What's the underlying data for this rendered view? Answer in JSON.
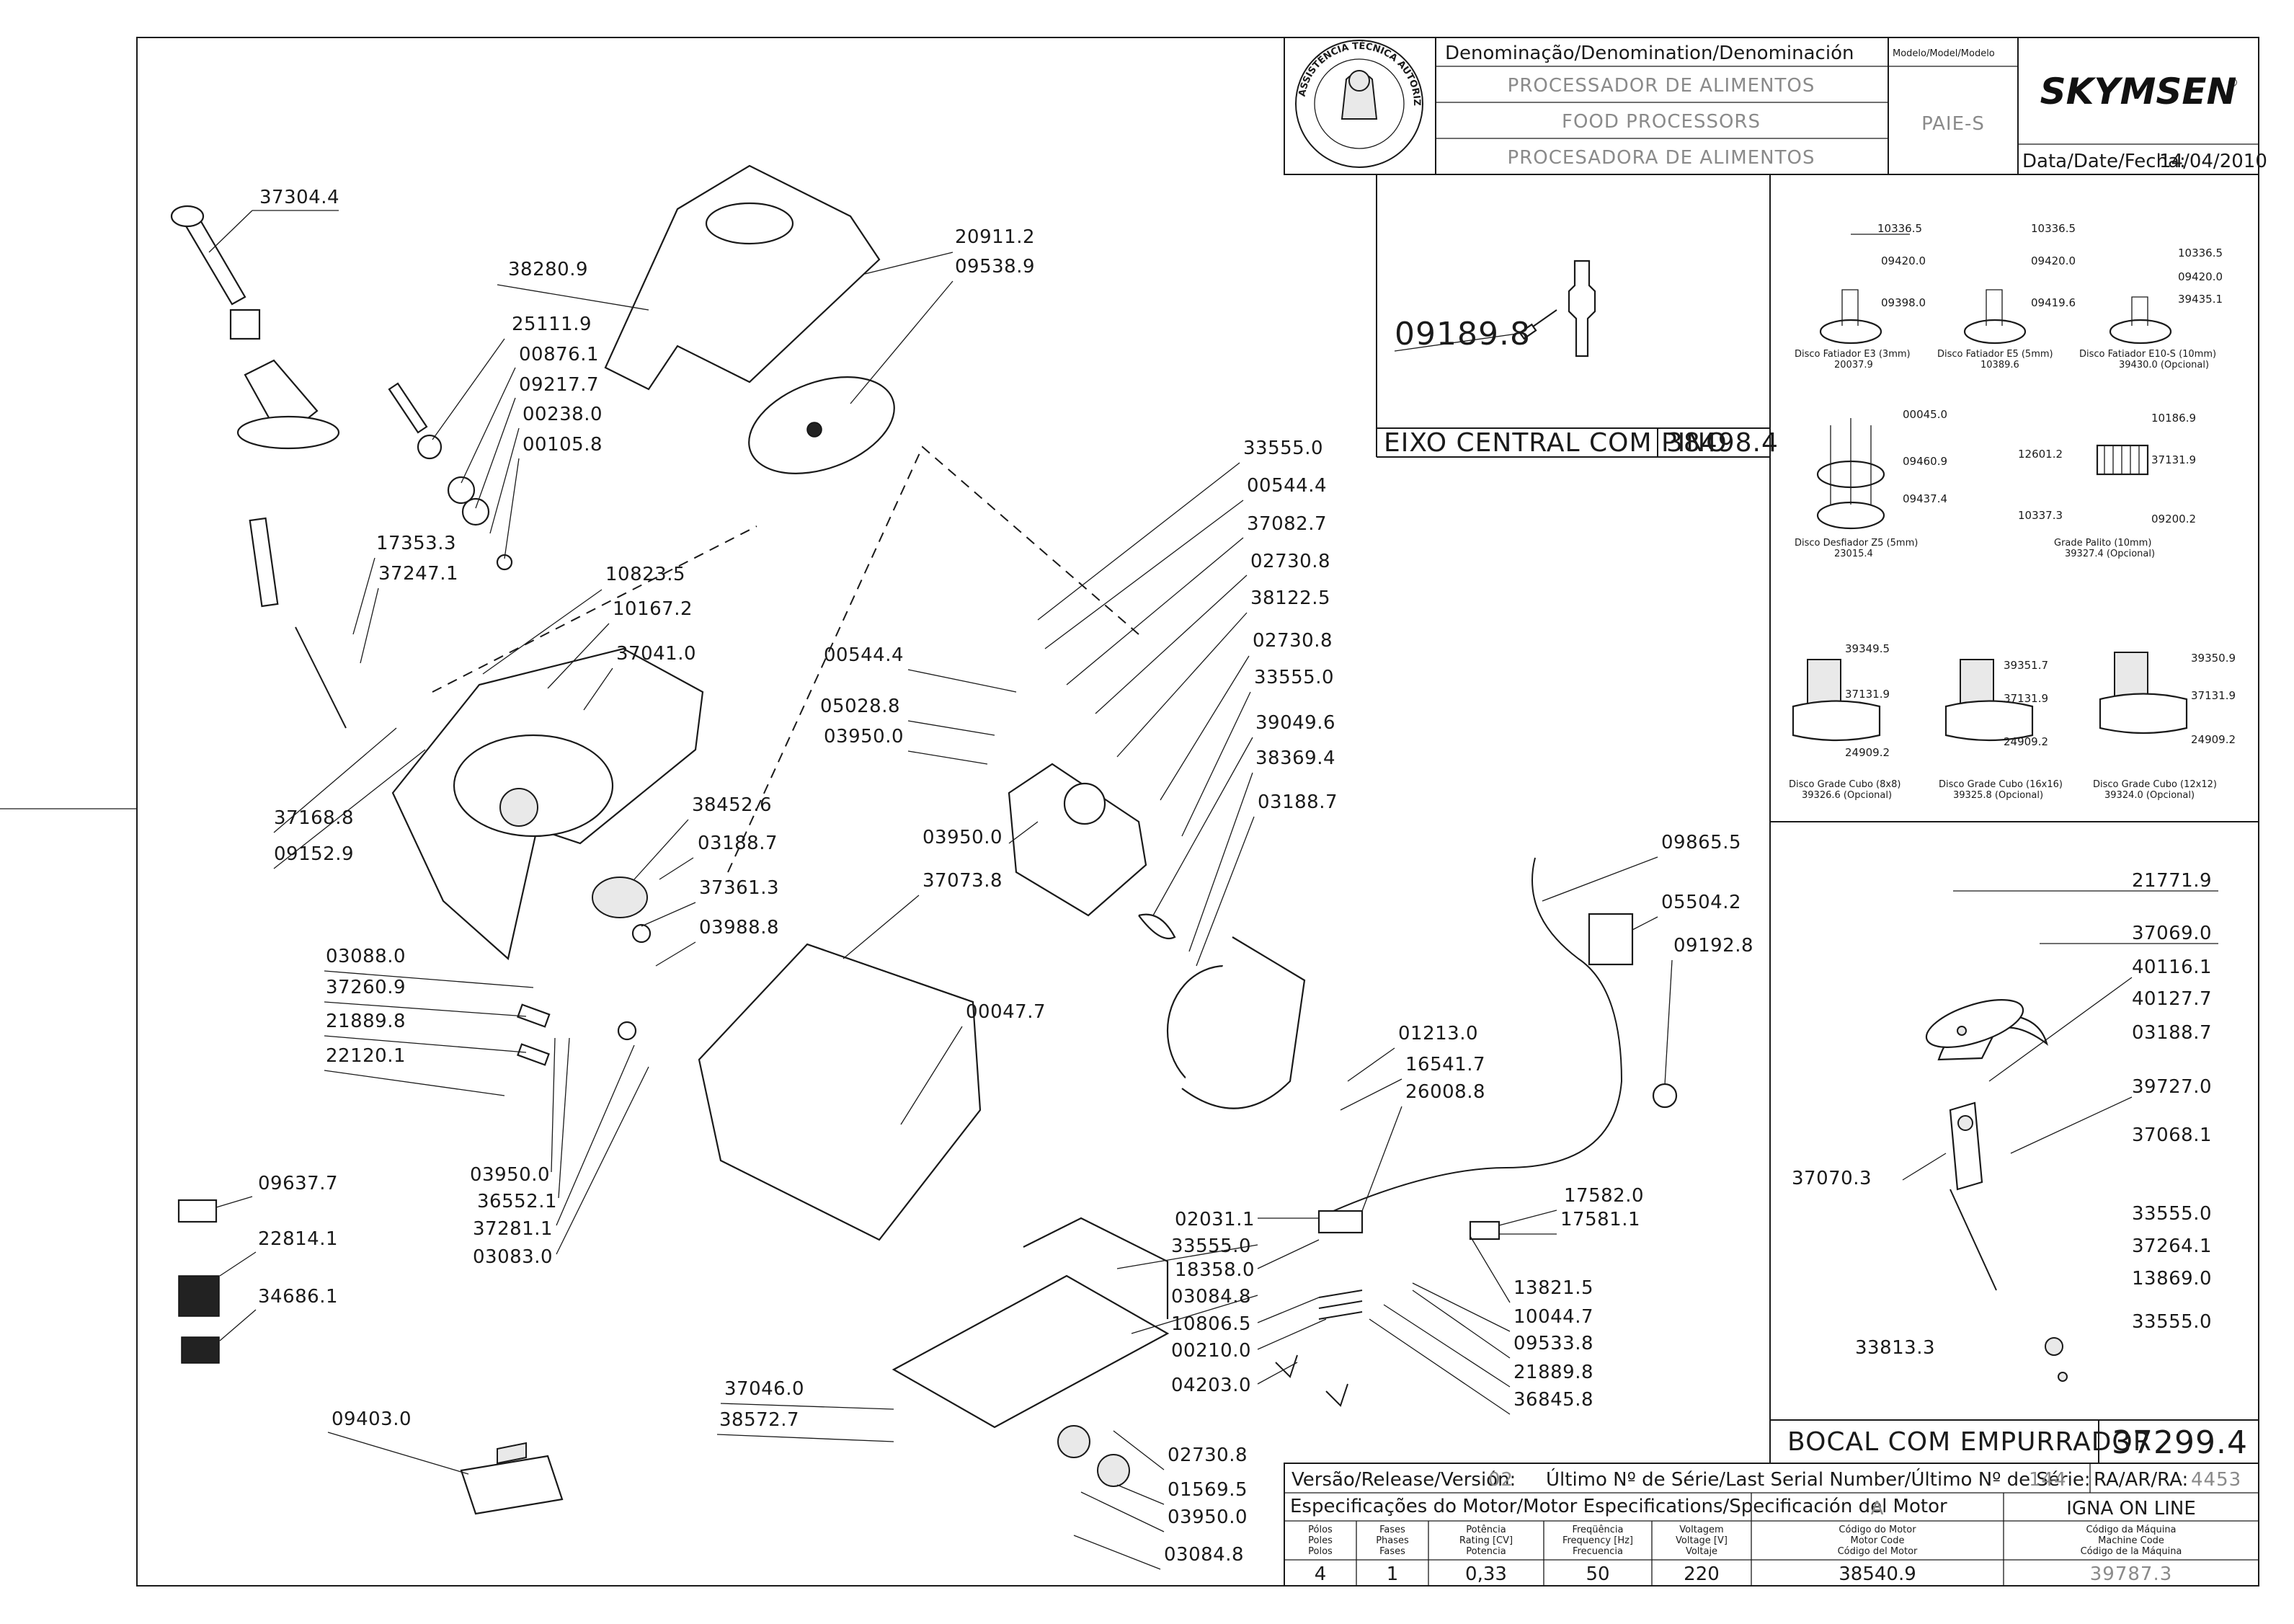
{
  "title_block": {
    "header_denomination": "Denominação/Denomination/Denominación",
    "header_model": "Modelo/Model/Modelo",
    "name_pt": "PROCESSADOR DE ALIMENTOS",
    "name_en": "FOOD PROCESSORS",
    "name_es": "PROCESADORA DE ALIMENTOS",
    "model": "PAIE-S",
    "brand": "SKYMSEN",
    "date_label": "Data/Date/Fecha:",
    "date_value": "14/04/2010",
    "seal_text": "ASSISTÊNCIA TÉCNICA AUTORIZADA"
  },
  "callouts": {
    "c37304_4": "37304.4",
    "c38280_9": "38280.9",
    "c20911_2": "20911.2",
    "c09538_9": "09538.9",
    "c25111_9": "25111.9",
    "c00876_1": "00876.1",
    "c09217_7": "09217.7",
    "c00238_0": "00238.0",
    "c00105_8": "00105.8",
    "c17353_3": "17353.3",
    "c37247_1": "37247.1",
    "c10823_5": "10823.5",
    "c10167_2": "10167.2",
    "c37041_0": "37041.0",
    "c37168_8": "37168.8",
    "c09152_9": "09152.9",
    "c38452_6": "38452.6",
    "c03188_7a": "03188.7",
    "c37361_3": "37361.3",
    "c03988_8": "03988.8",
    "c03088_0": "03088.0",
    "c37260_9": "37260.9",
    "c21889_8a": "21889.8",
    "c22120_1": "22120.1",
    "c03950_0a": "03950.0",
    "c36552_1": "36552.1",
    "c37281_1": "37281.1",
    "c03083_0": "03083.0",
    "c09637_7": "09637.7",
    "c22814_1": "22814.1",
    "c34686_1": "34686.1",
    "c09403_0": "09403.0",
    "c33555_0a": "33555.0",
    "c00544_4a": "00544.4",
    "c37082_7": "37082.7",
    "c02730_8a": "02730.8",
    "c38122_5": "38122.5",
    "c02730_8b": "02730.8",
    "c33555_0b": "33555.0",
    "c39049_6": "39049.6",
    "c38369_4": "38369.4",
    "c03188_7b": "03188.7",
    "c00544_4b": "00544.4",
    "c05028_8": "05028.8",
    "c03950_0b": "03950.0",
    "c03950_0c": "03950.0",
    "c37073_8": "37073.8",
    "c00047_7": "00047.7",
    "c09865_5": "09865.5",
    "c05504_2": "05504.2",
    "c09192_8": "09192.8",
    "c01213_0": "01213.0",
    "c16541_7": "16541.7",
    "c26008_8": "26008.8",
    "c17582_0": "17582.0",
    "c17581_1": "17581.1",
    "c02031_1": "02031.1",
    "c33555_0c": "33555.0",
    "c18358_0": "18358.0",
    "c03084_8a": "03084.8",
    "c10806_5": "10806.5",
    "c00210_0": "00210.0",
    "c04203_0": "04203.0",
    "c13821_5": "13821.5",
    "c10044_7": "10044.7",
    "c09533_8": "09533.8",
    "c21889_8b": "21889.8",
    "c36845_8": "36845.8",
    "c37046_0": "37046.0",
    "c38572_7": "38572.7",
    "c02730_8c": "02730.8",
    "c01569_5": "01569.5",
    "c03950_0d": "03950.0",
    "c03084_8b": "03084.8"
  },
  "central_shaft": {
    "part": "09189.8",
    "caption": "EIXO CENTRAL COM PINO",
    "code": "38498.4"
  },
  "discs": {
    "d1": {
      "top": "10336.5",
      "mid": "09420.0",
      "low": "09398.0",
      "name": "Disco Fatiador E3 (3mm)",
      "code": "20037.9"
    },
    "d2": {
      "top": "10336.5",
      "mid": "09420.0",
      "low": "09419.6",
      "name": "Disco Fatiador E5 (5mm)",
      "code": "10389.6"
    },
    "d3": {
      "top": "10336.5",
      "mid": "09420.0",
      "low": "39435.1",
      "name": "Disco Fatiador E10-S (10mm)",
      "code": "39430.0 (Opcional)"
    },
    "d4": {
      "top": "00045.0",
      "mid": "09460.9",
      "low": "09437.4",
      "name": "Disco Desfiador Z5 (5mm)",
      "code": "23015.4"
    },
    "d5": {
      "top": "10186.9",
      "l1": "12601.2",
      "r1": "37131.9",
      "l2": "10337.3",
      "r2": "09200.2",
      "name": "Grade Palito (10mm)",
      "code": "39327.4 (Opcional)"
    },
    "d6": {
      "top": "39349.5",
      "mid": "37131.9",
      "low": "24909.2",
      "name": "Disco Grade Cubo (8x8)",
      "code": "39326.6 (Opcional)"
    },
    "d7": {
      "top": "39351.7",
      "mid": "37131.9",
      "low": "24909.2",
      "name": "Disco Grade Cubo (16x16)",
      "code": "39325.8 (Opcional)"
    },
    "d8": {
      "top": "39350.9",
      "mid": "37131.9",
      "low": "24909.2",
      "name": "Disco Grade Cubo (12x12)",
      "code": "39324.0 (Opcional)"
    }
  },
  "pusher": {
    "parts": [
      "21771.9",
      "37069.0",
      "40116.1",
      "40127.7",
      "03188.7",
      "39727.0",
      "37068.1",
      "33555.0",
      "37264.1",
      "13869.0",
      "33555.0"
    ],
    "left_a": "37070.3",
    "left_b": "33813.3",
    "caption": "BOCAL COM EMPURRADOR",
    "code": "37299.4"
  },
  "bottom_block": {
    "version_label": "Versão/Release/Versión:",
    "version_value": "02",
    "serial_label": "Último Nº de Série/Last Serial Number/Último Nº de Série:",
    "serial_value": "144",
    "ra_label": "RA/AR/RA:",
    "ra_value": "4453",
    "motor_spec_label": "Especificações do Motor/Motor Especifications/Specificación del Motor",
    "motor_letter": "A",
    "machine_owner": "IGNA ON LINE",
    "col_poles": [
      "Pólos",
      "Poles",
      "Polos"
    ],
    "col_phases": [
      "Fases",
      "Phases",
      "Fases"
    ],
    "col_power": [
      "Potência",
      "Rating [CV]",
      "Potencia"
    ],
    "col_freq": [
      "Freqüência",
      "Frequency [Hz]",
      "Frecuencia"
    ],
    "col_volt": [
      "Voltagem",
      "Voltage [V]",
      "Voltaje"
    ],
    "col_motor_code": [
      "Código do Motor",
      "Motor Code",
      "Código del Motor"
    ],
    "col_machine_code": [
      "Código da Máquina",
      "Machine Code",
      "Código de la Máquina"
    ],
    "poles": "4",
    "phases": "1",
    "power": "0,33",
    "frequency": "50",
    "voltage": "220",
    "motor_code": "38540.9",
    "machine_code": "39787.3"
  },
  "colors": {
    "ink": "#1a1a1a",
    "grey_text": "#8a8a8a",
    "paper": "#ffffff"
  }
}
